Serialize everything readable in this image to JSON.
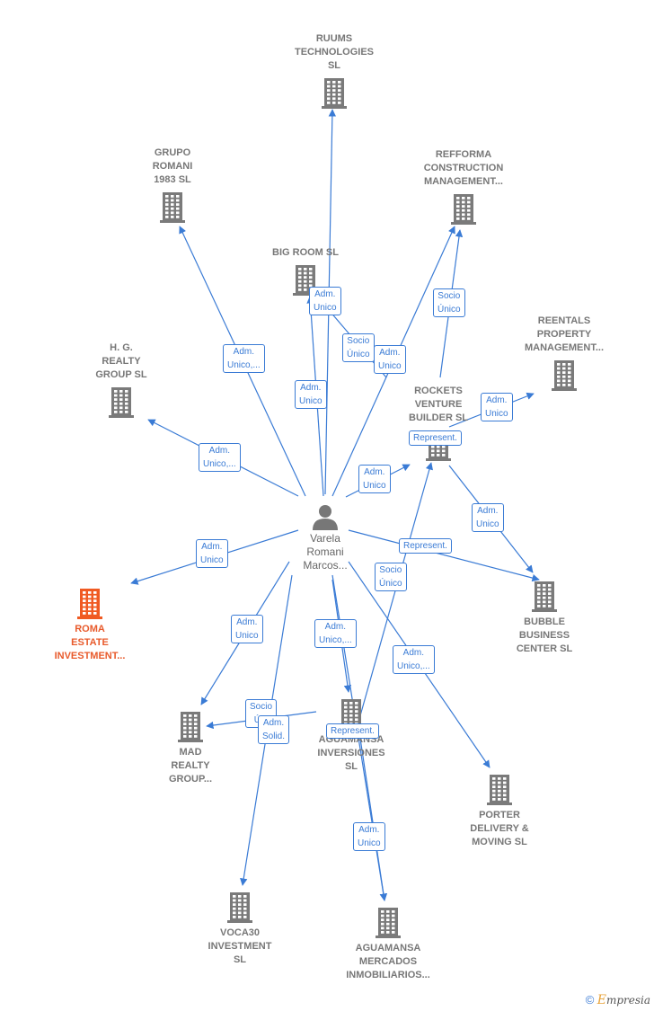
{
  "colors": {
    "edge": "#3a7bd5",
    "company": "#7a7a7a",
    "focus": "#f05a22",
    "person": "#777777"
  },
  "center": {
    "lines": [
      "Varela",
      "Romani",
      "Marcos..."
    ],
    "icon": "person-icon"
  },
  "nodes": [
    {
      "id": "ruums",
      "lines": [
        "RUUMS",
        "TECHNOLOGIES",
        "SL"
      ],
      "icon": "building-icon"
    },
    {
      "id": "grupo-romani",
      "lines": [
        "GRUPO",
        "ROMANI",
        "1983  SL"
      ],
      "icon": "building-icon"
    },
    {
      "id": "refforma",
      "lines": [
        "REFFORMA",
        "CONSTRUCTION",
        "MANAGEMENT..."
      ],
      "icon": "building-icon"
    },
    {
      "id": "big-room",
      "lines": [
        "BIG ROOM  SL"
      ],
      "icon": "building-icon"
    },
    {
      "id": "reentals",
      "lines": [
        "REENTALS",
        "PROPERTY",
        "MANAGEMENT..."
      ],
      "icon": "building-icon"
    },
    {
      "id": "hg-realty",
      "lines": [
        "H.  G.",
        "REALTY",
        "GROUP  SL"
      ],
      "icon": "building-icon"
    },
    {
      "id": "rockets",
      "lines": [
        "ROCKETS",
        "VENTURE",
        "BUILDER  SL"
      ],
      "icon": "building-icon"
    },
    {
      "id": "roma",
      "lines": [
        "ROMA",
        "ESTATE",
        "INVESTMENT..."
      ],
      "icon": "building-icon",
      "focus": true
    },
    {
      "id": "bubble",
      "lines": [
        "BUBBLE",
        "BUSINESS",
        "CENTER  SL"
      ],
      "icon": "building-icon"
    },
    {
      "id": "mad-realty",
      "lines": [
        "MAD",
        "REALTY",
        "GROUP..."
      ],
      "icon": "building-icon"
    },
    {
      "id": "aguamansa-inv",
      "lines": [
        "AGUAMANSA",
        "INVERSIONES",
        "SL"
      ],
      "icon": "building-icon"
    },
    {
      "id": "porter",
      "lines": [
        "PORTER",
        "DELIVERY &",
        "MOVING  SL"
      ],
      "icon": "building-icon"
    },
    {
      "id": "voca30",
      "lines": [
        "VOCA30",
        "INVESTMENT",
        "SL"
      ],
      "icon": "building-icon"
    },
    {
      "id": "aguamansa-merc",
      "lines": [
        "AGUAMANSA",
        "MERCADOS",
        "INMOBILIARIOS..."
      ],
      "icon": "building-icon"
    }
  ],
  "edge_labels": [
    {
      "id": "l1",
      "lines": [
        "Adm.",
        "Unico"
      ]
    },
    {
      "id": "l2",
      "lines": [
        "Adm.",
        "Unico,..."
      ]
    },
    {
      "id": "l3",
      "lines": [
        "Adm.",
        "Unico"
      ]
    },
    {
      "id": "l4",
      "lines": [
        "Socio",
        "Único"
      ]
    },
    {
      "id": "l5",
      "lines": [
        "Adm.",
        "Unico"
      ]
    },
    {
      "id": "l6",
      "lines": [
        "Socio",
        "Único"
      ]
    },
    {
      "id": "l7",
      "lines": [
        "Adm.",
        "Unico"
      ]
    },
    {
      "id": "l8",
      "lines": [
        "Adm.",
        "Unico,..."
      ]
    },
    {
      "id": "l9",
      "lines": [
        "Represent."
      ]
    },
    {
      "id": "l10",
      "lines": [
        "Adm.",
        "Unico"
      ]
    },
    {
      "id": "l11",
      "lines": [
        "Adm.",
        "Unico"
      ]
    },
    {
      "id": "l12",
      "lines": [
        "Adm.",
        "Unico"
      ]
    },
    {
      "id": "l13",
      "lines": [
        "Represent."
      ]
    },
    {
      "id": "l14",
      "lines": [
        "Socio",
        "Único"
      ]
    },
    {
      "id": "l15",
      "lines": [
        "Adm.",
        "Unico"
      ]
    },
    {
      "id": "l16",
      "lines": [
        "Adm.",
        "Unico,..."
      ]
    },
    {
      "id": "l17",
      "lines": [
        "Adm.",
        "Unico,..."
      ]
    },
    {
      "id": "l18",
      "lines": [
        "Socio",
        "Ú..."
      ]
    },
    {
      "id": "l19",
      "lines": [
        "Adm.",
        "Solid."
      ]
    },
    {
      "id": "l20",
      "lines": [
        "Represent."
      ]
    },
    {
      "id": "l21",
      "lines": [
        "Adm.",
        "Unico"
      ]
    }
  ],
  "brand": {
    "copyright": "©",
    "first": "E",
    "rest": "mpresia"
  }
}
